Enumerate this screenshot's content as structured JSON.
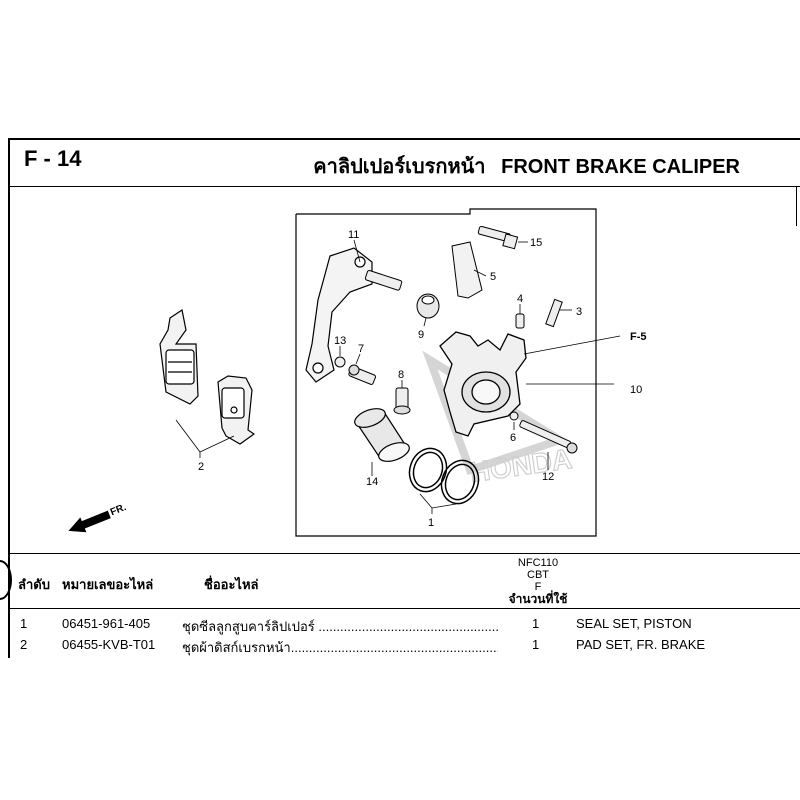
{
  "header": {
    "code": "F - 14",
    "title_th": "คาลิปเปอร์เบรกหน้า",
    "title_en": "FRONT BRAKE CALIPER"
  },
  "diagram": {
    "callouts": [
      "1",
      "2",
      "3",
      "4",
      "5",
      "6",
      "7",
      "8",
      "9",
      "10",
      "11",
      "12",
      "13",
      "14",
      "15"
    ],
    "reference": "F-5",
    "direction_label": "FR.",
    "watermark": "HONDA"
  },
  "table": {
    "headers": {
      "no": "ลำดับ",
      "part_no": "หมายเลขอะไหล่",
      "name": "ชื่ออะไหล่",
      "model_line1": "NFC110",
      "model_line2": "CBT",
      "model_line3": "F",
      "qty": "จำนวนที่ใช้"
    },
    "rows": [
      {
        "no": "1",
        "part_no": "06451-961-405",
        "name_th": "ชุดซีลลูกสูบคาร์ลิปเปอร์ ........................................................",
        "qty": "1",
        "name_en": "SEAL SET, PISTON"
      },
      {
        "no": "2",
        "part_no": "06455-KVB-T01",
        "name_th": "ชุดผ้าดิสก์เบรกหน้า...............................................................",
        "qty": "1",
        "name_en": "PAD SET, FR. BRAKE"
      }
    ]
  }
}
